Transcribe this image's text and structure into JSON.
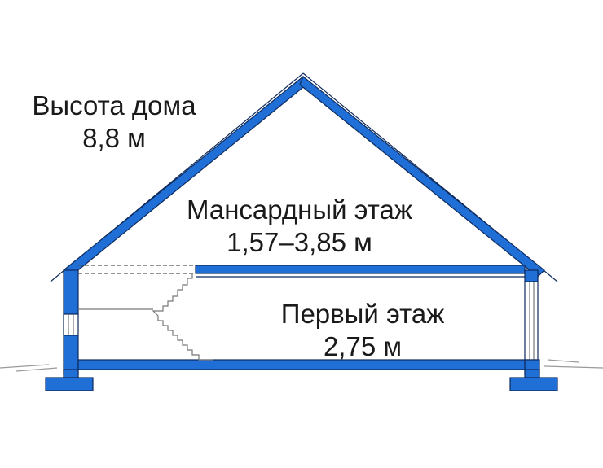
{
  "colors": {
    "structure": "#1f6fd6",
    "outline": "#0e2a5c",
    "background": "#ffffff",
    "text": "#1a1a1a",
    "grey_lines": "#9a9a9a"
  },
  "labels": {
    "house_height": {
      "line1": "Высота дома",
      "line2": "8,8 м"
    },
    "attic": {
      "line1": "Мансардный этаж",
      "line2": "1,57–3,85 м"
    },
    "first_floor": {
      "line1": "Первый этаж",
      "line2": "2,75 м"
    }
  }
}
